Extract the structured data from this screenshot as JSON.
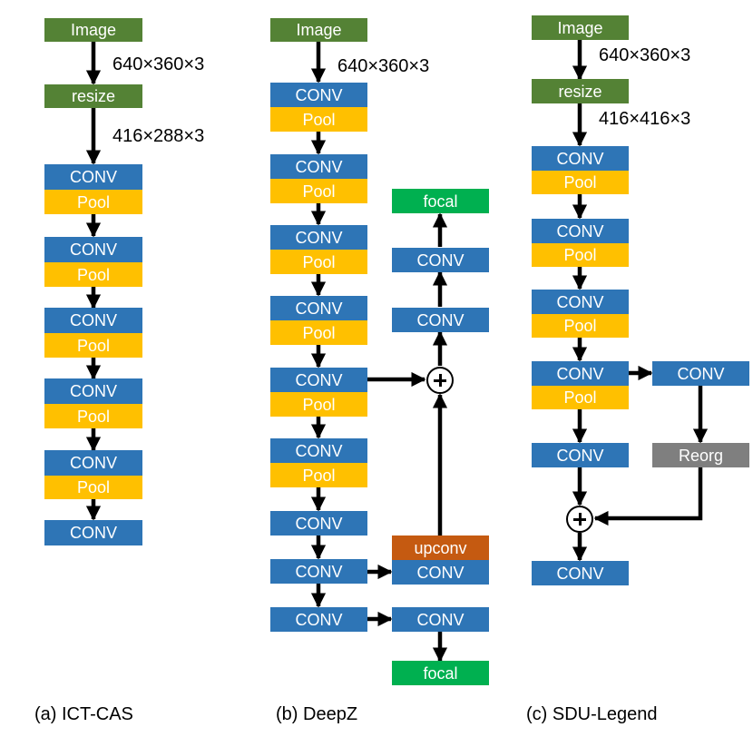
{
  "labels": {
    "image": "Image",
    "resize": "resize",
    "conv": "CONV",
    "pool": "Pool",
    "focal": "focal",
    "upconv": "upconv",
    "reorg": "Reorg"
  },
  "dims": {
    "input": "640×360×3",
    "ict_resized": "416×288×3",
    "sdu_resized": "416×416×3"
  },
  "captions": {
    "a": "(a) ICT-CAS",
    "b": "(b) DeepZ",
    "c": "(c) SDU-Legend"
  },
  "colors": {
    "input": "#548235",
    "conv": "#2e75b6",
    "pool": "#ffc000",
    "focal": "#00b050",
    "upconv": "#c55a11",
    "reorg": "#7f7f7f"
  }
}
